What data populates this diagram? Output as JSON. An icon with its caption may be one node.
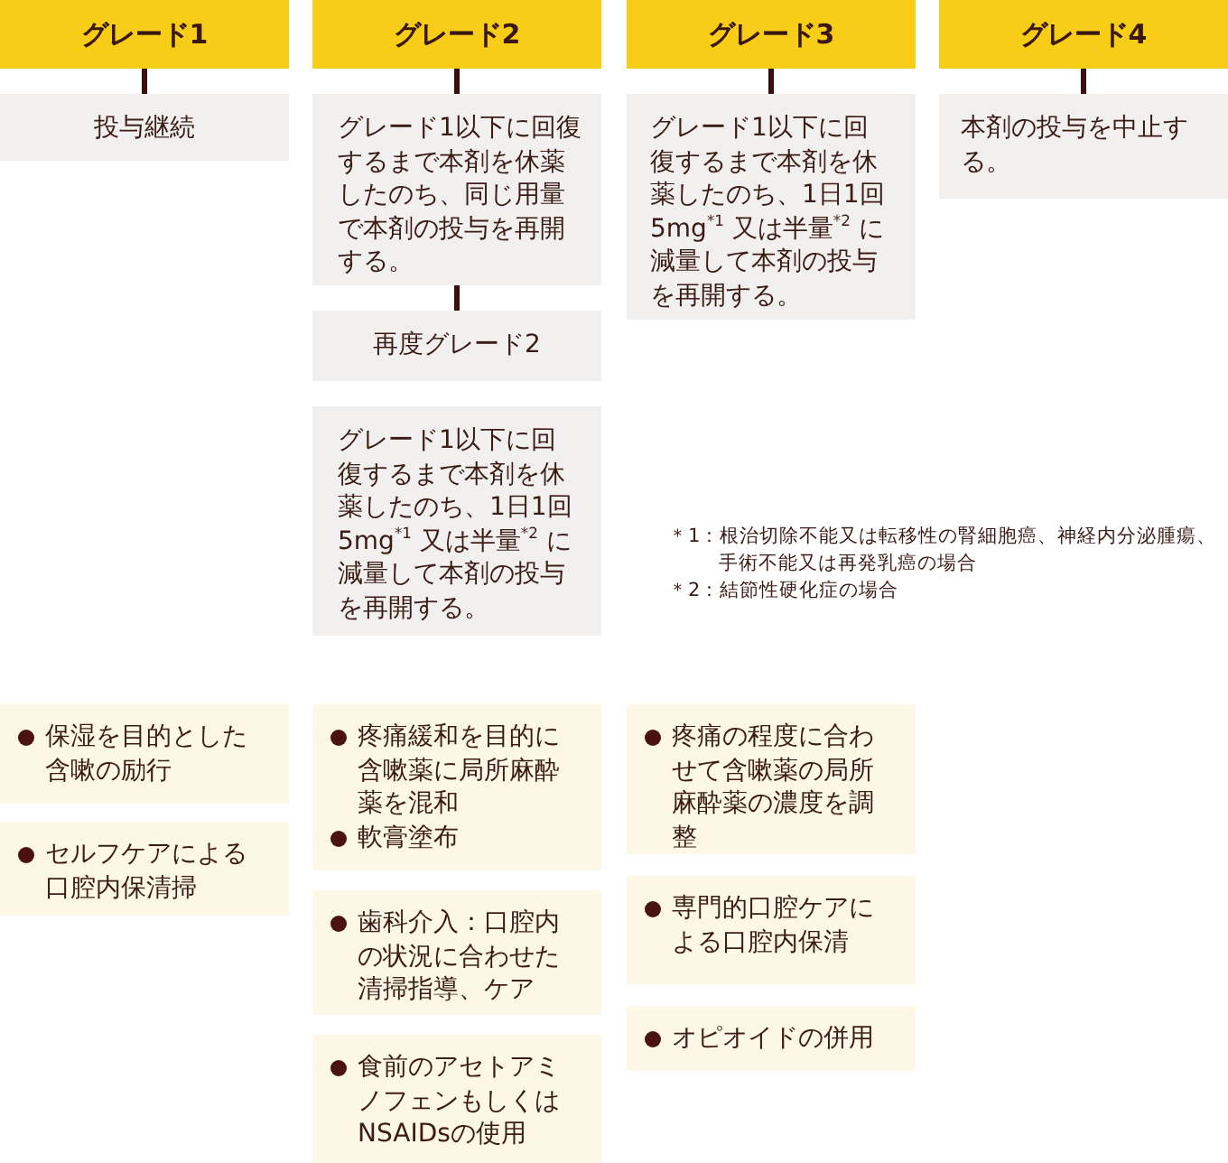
{
  "diagram": {
    "nodes": [
      {
        "text": [
          "グレード1"
        ]
      },
      {
        "text": [
          "グレード2"
        ]
      },
      {
        "text": [
          "グレード3"
        ]
      },
      {
        "text": [
          "グレード4"
        ]
      },
      {
        "text": [
          "投与継続"
        ]
      },
      {
        "text": [
          "グレード1以下に回復するまで本剤を休薬したのち、同じ用量で本剤の投与を再開する。"
        ]
      },
      {
        "text": [
          "グレード1以下に回復するまで本剤を休薬したのち、1日1回5mg$^{*1}$ 又は半量$^{*2}$ に減量して本剤の投与を再開する。"
        ]
      },
      {
        "text": [
          "本剤の投与を中止する。"
        ]
      },
      {
        "text": [
          "再度グレード2"
        ]
      },
      {
        "text": [
          "グレード1以下に回復するまで本剤を休薬したのち、1日1回5mg$^{*1}$ 又は半量$^{*2}$ に減量して本剤の投与を再開する。"
        ]
      },
      {
        "text": [
          "保湿を目的とした含嗽の励行"
        ]
      },
      {
        "text": [
          "疼痛緩和を目的に含嗽薬に局所麻酔薬を混和",
          "軟膏塗布"
        ]
      },
      {
        "text": [
          "疼痛の程度に合わせて含嗽薬の局所麻酔薬の濃度を調整"
        ]
      },
      {
        "text": [
          "セルフケアによる口腔内保清掃"
        ]
      },
      {
        "text": [
          "歯科介入：口腔内の状況に合わせた清掃指導、ケア"
        ]
      },
      {
        "text": [
          "専門的口腔ケアによる口腔内保清"
        ]
      },
      {
        "text": [
          "食前のアセトアミノフェンもしくはNSAIDsの使用"
        ]
      },
      {
        "text": [
          "オピオイドの併用"
        ]
      }
    ],
    "edges": [
      {
        "from": 0,
        "to": 4,
        "arrow": "none"
      },
      {
        "from": 1,
        "to": 5,
        "arrow": "none"
      },
      {
        "from": 2,
        "to": 6,
        "arrow": "none"
      },
      {
        "from": 3,
        "to": 7,
        "arrow": "none"
      },
      {
        "from": 5,
        "to": 8,
        "arrow": "none"
      }
    ],
    "labels": [
      "＊1：根治切除不能又は転移性の腎細胞癌、神経内分泌腫瘍、手術不能又は再発乳癌の場合",
      "＊2：結節性硬化症の場合"
    ]
  }
}
